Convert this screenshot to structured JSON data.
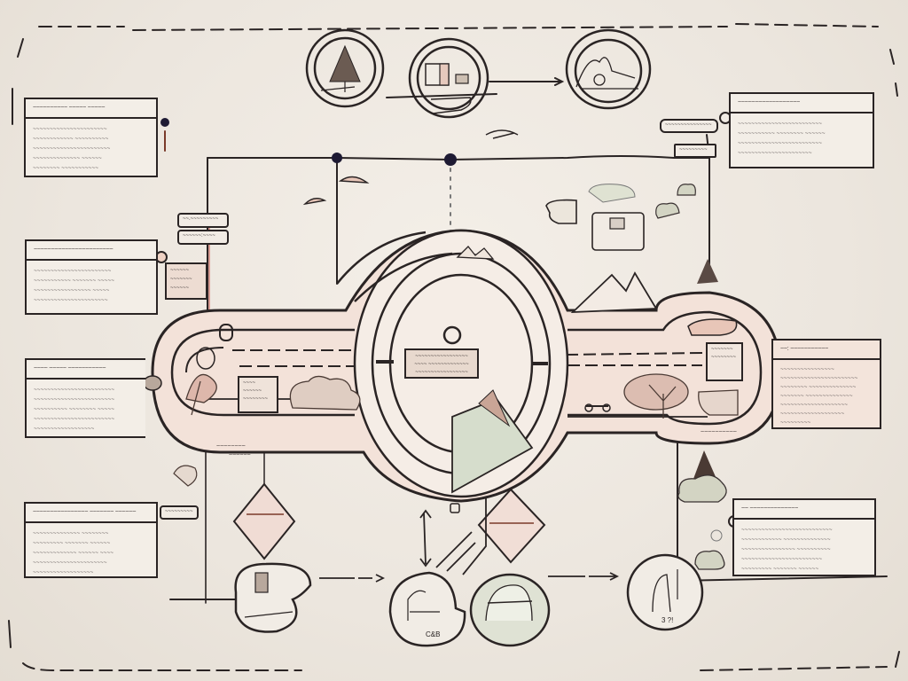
{
  "diagram": {
    "style": "hand-drawn sketch flow diagram",
    "colors": {
      "background": "#ece6de",
      "ink": "#2a2424",
      "accent_pink": "#eacbbd",
      "accent_sage": "#d6ddcc",
      "red_line": "#c0483c",
      "node_dot": "#1e1a33"
    },
    "top_nodes": [
      {
        "id": "node-tree",
        "icon": "tree-icon"
      },
      {
        "id": "node-building",
        "icon": "building-icon"
      },
      {
        "id": "node-landscape",
        "icon": "landscape-icon"
      }
    ],
    "notes": [
      {
        "id": "note-top-left",
        "title": "~~~~~~~~~~ ~~~~~ ~~~~~",
        "lines": [
          "~~~~~~~~~~~~~~~~~~~~~~",
          "~~~~~~~~~~~~ ~~~~~~~~~~",
          "~~~~~~~~~~~~~~~~~~~~~~~",
          "~~~~~~~~~~~~~~ ~~~~~~",
          "~~~~~~~~  ~~~~~~~~~~~",
          "~~~~~~~~~ ~~~"
        ]
      },
      {
        "id": "note-mid-left",
        "title": "~~~~~~~~~~~~~~~~~~~~~~~",
        "lines": [
          "~~~~~~~~~~~~~~~~~~~~~~~",
          "~~~~~~~~~~~ ~~~~~~~ ~~~~~",
          "~~~~~~~~~~~~~~~~~ ~~~~~",
          "~~~~~~~~~~~~~~~~~~~~~~",
          "~~~~~~~~~~~~~~~~~~~~~~"
        ]
      },
      {
        "id": "note-left-3",
        "title": "~~~~ ~~~~~ ~~~~~~~~~~~",
        "lines": [
          "~~~~~~~~~~~~~~~~~~~~~~~~",
          "~~~~~~~~~~~~~~~~~~~~~~~~",
          "~~~~~~~~~~ ~~~~~~~~ ~~~~~",
          "~~~~~~~~~~~~~~~~~~~~~~~~",
          "~~~~~~~~~~~~~~~~~~"
        ]
      },
      {
        "id": "note-bottom-left",
        "title": "~~~~~~~~~~~~~~~~ ~~~~~~~ ~~~~~~",
        "lines": [
          "~~~~~~~~~~~~~~ ~~~~~~~~",
          "~~~~~~~~~ ~~~~~~~ ~~~~~~",
          "~~~~~~~~~~~~~ ~~~~~~ ~~~~",
          "~~~~~~~~~~~~~~~~~~~~~~",
          "~~~~~~~~~~~~~~~~~~"
        ]
      },
      {
        "id": "note-top-right",
        "title": "~~~~~~~~~~~~~~~~~~",
        "lines": [
          "~~~~~~~~~~~~~~~~~~~~~~~~~",
          "~~~~~~~~~~~ ~~~~~~~~ ~~~~~~",
          "~~~~~~~~~~~~~~~~~~~~~~~~~",
          "~~~~~~~~~~~~~~~~~~~~~~",
          "~~~~~~~~~~~~~  ~~~~~~"
        ]
      },
      {
        "id": "note-mid-right",
        "title": "~~: ~~~~~~~~~~~",
        "lines": [
          "~~~~~~~~~~~~~~~~",
          "~~~~~~~~~~~~~~~~~~~~~~~",
          "~~~~~~~~ ~~~~~~~~~~~~~~",
          "~~~~~~~ ~~~~~~~~~~~~~~",
          "~~~~~~~~~~~~~~~~~~~~",
          "~~~~~~~~~~~~~~~~~~~",
          "~~~~~~~~~"
        ]
      },
      {
        "id": "note-bottom-right",
        "title": "~~  ~~~~~~~~~~~~~~",
        "lines": [
          "~~~~~~~~~~~~~~~~~~~~~~~~~~~",
          "~~~~~~~~~~~~ ~~~~~~~~~~~~~~",
          "~~~~~~~~~~~~~~~~ ~~~~~~~~~~",
          "~~~~~~~~~~~~~~~~~~~~~~~~",
          "~~~~~~~~~ ~~~~~~~  ~~~~~~"
        ]
      }
    ],
    "center_label": {
      "lines": [
        "~~~~~~~~~~~~~~~~~",
        "~~~~ ~~~~~~~~~~~~~",
        "~~~~~~~~~~~~~~~~~"
      ]
    },
    "tags": [
      {
        "id": "tag-left-top",
        "text": "~~.~~~~~~~~~"
      },
      {
        "id": "tag-left-top-2",
        "text": "~~~~~~:~~~~"
      },
      {
        "id": "tag-left-pink",
        "text": "~~~~~~ ~~~~~~~ ~~~~~~"
      },
      {
        "id": "tag-right-top",
        "text": "~~~~~~~~~~~~~~~"
      },
      {
        "id": "tag-right-top-2",
        "text": "~~~~~~~~~"
      },
      {
        "id": "tag-bottom-left",
        "text": "~~~~~~~~~"
      },
      {
        "id": "tag-left-panel",
        "text": "~~~~ ~~~~~~ ~~~~~~~~"
      },
      {
        "id": "tag-right-panel",
        "text": "~~~~~~~ ~~~~~~~~"
      },
      {
        "id": "tag-arc-bottom",
        "text": "~~~~~~~~~~"
      },
      {
        "id": "tag-loop-left",
        "text": "~~~~~~~~"
      },
      {
        "id": "tag-loop-left-2",
        "text": "~~~~~~"
      }
    ],
    "bottom_nodes": [
      {
        "id": "node-bottom-1",
        "icon": "doorway-icon"
      },
      {
        "id": "node-bottom-2",
        "icon": "room-icon",
        "caption": "C&B"
      },
      {
        "id": "node-bottom-3",
        "icon": "dome-icon"
      },
      {
        "id": "node-bottom-4",
        "icon": "figure-icon",
        "caption": "3 ?!"
      }
    ]
  }
}
